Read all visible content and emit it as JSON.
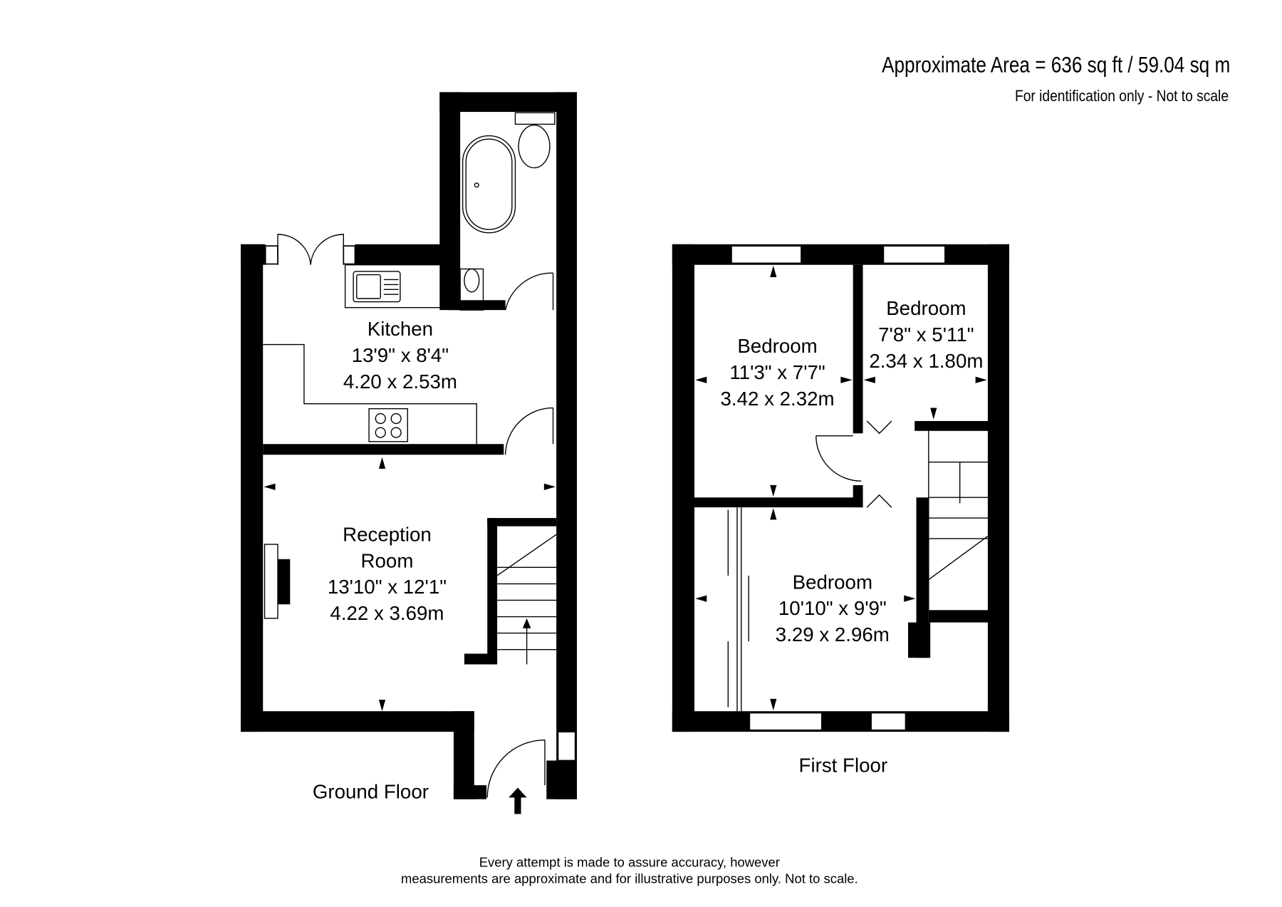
{
  "header": {
    "area": "Approximate Area = 636 sq ft / 59.04 sq m",
    "note": "For identification only - Not to scale"
  },
  "ground_floor": {
    "label": "Ground Floor",
    "rooms": [
      {
        "name": "Kitchen",
        "imperial": "13'9\" x 8'4\"",
        "metric": "4.20 x 2.53m"
      },
      {
        "name_line1": "Reception",
        "name_line2": "Room",
        "imperial": "13'10\" x 12'1\"",
        "metric": "4.22 x 3.69m"
      }
    ]
  },
  "first_floor": {
    "label": "First Floor",
    "rooms": [
      {
        "name": "Bedroom",
        "imperial": "11'3\" x 7'7\"",
        "metric": "3.42 x 2.32m"
      },
      {
        "name": "Bedroom",
        "imperial": "7'8\" x 5'11\"",
        "metric": "2.34 x 1.80m"
      },
      {
        "name": "Bedroom",
        "imperial": "10'10\" x 9'9\"",
        "metric": "3.29 x 2.96m"
      }
    ]
  },
  "footer": {
    "line1": "Every attempt is made to assure accuracy, however",
    "line2": "measurements are approximate and for illustrative purposes only. Not to scale."
  }
}
